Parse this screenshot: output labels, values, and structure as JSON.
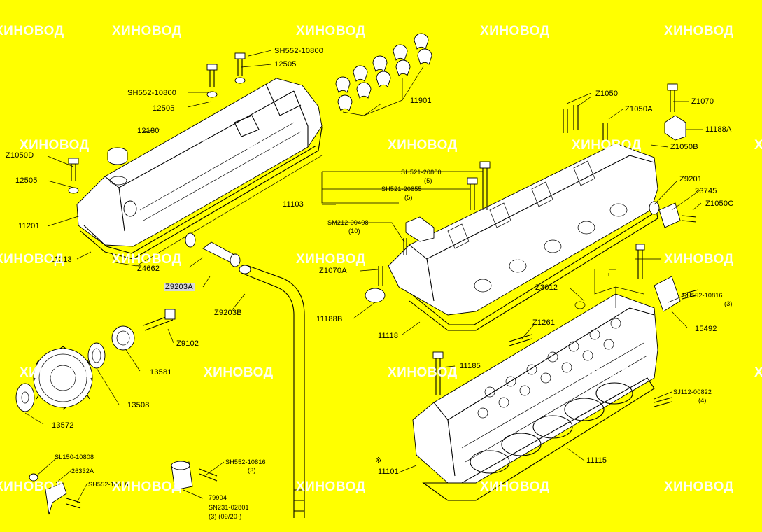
{
  "colors": {
    "background": "#ffff00",
    "line": "#000000",
    "watermark": "#ffffff"
  },
  "watermark_text": "ХИНОВОД",
  "labels": {
    "sh552_10800_top": "SH552-10800",
    "p12505_top": "12505",
    "sh552_10800_left": "SH552-10800",
    "p12505_left": "12505",
    "p12180": "12180",
    "z1050d": "Z1050D",
    "p12505_lower": "12505",
    "p11201": "11201",
    "p11213": "11213",
    "z4662": "Z4662",
    "z9203a": "Z9203A",
    "z9203b": "Z9203B",
    "z9102": "Z9102",
    "p13581": "13581",
    "p13508": "13508",
    "p13572": "13572",
    "sl150_10808": "SL150-10808",
    "p26332a": "26332A",
    "sh552_bottom": "SH552-10816",
    "sh552_10816_mid": "SH552-10816",
    "sh552_10816_mid_qty": "(3)",
    "p79904": "79904",
    "sn231_02801": "SN231-02801",
    "sn231_02801_note": "(3) (09/20-)",
    "p11901": "11901",
    "z1050_top": "Z1050",
    "z1070": "Z1070",
    "z1050a": "Z1050A",
    "p11188a": "11188A",
    "z1050b": "Z1050B",
    "sh521_20800": "SH521-20800",
    "sh521_20800_qty": "(5)",
    "sh521_20855": "SH521-20855",
    "sh521_20855_qty": "(5)",
    "p11103": "11103",
    "sm212_00408": "SM212-00408",
    "sm212_00408_qty": "(10)",
    "z9201": "Z9201",
    "p23745": "23745",
    "z1050c": "Z1050C",
    "z1070a": "Z1070A",
    "p11188b": "11188B",
    "p11118": "11118",
    "z3012": "Z3012",
    "sh552_10816_right": "SH552-10816",
    "sh552_10816_right_qty": "(3)",
    "p15492": "15492",
    "z1261": "Z1261",
    "p11185": "11185",
    "sj112_00822": "SJ112-00822",
    "sj112_00822_qty": "(4)",
    "p11115": "11115",
    "note_mark": "※",
    "p11101": "11101"
  }
}
